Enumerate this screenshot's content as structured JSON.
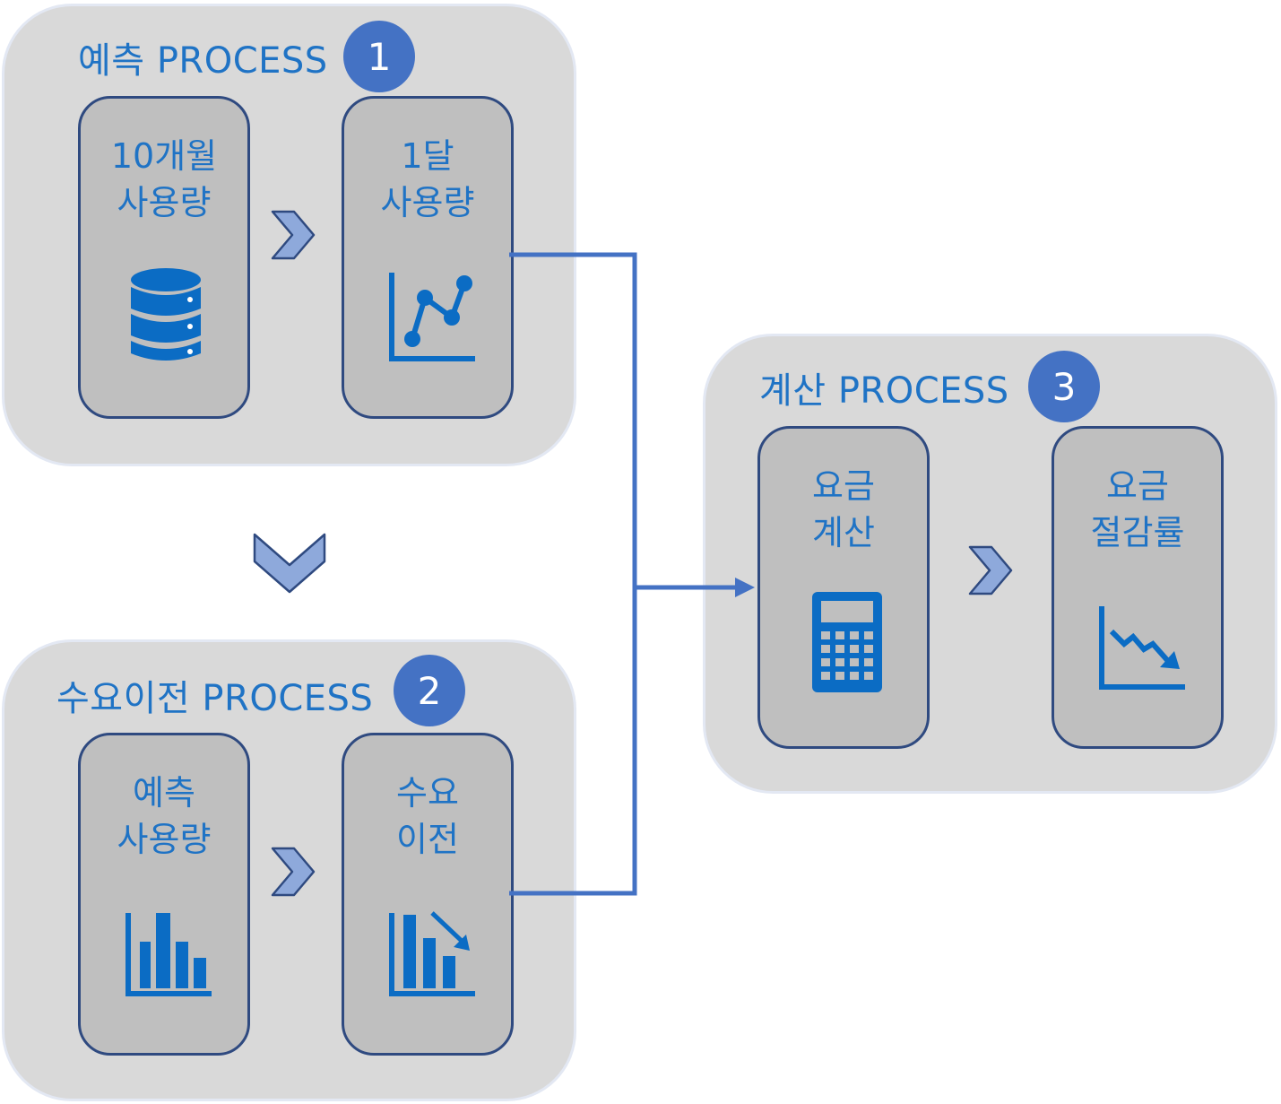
{
  "groups": {
    "forecast": {
      "title": "예측 PROCESS",
      "badge": "1"
    },
    "demand_shift": {
      "title": "수요이전 PROCESS",
      "badge": "2"
    },
    "calculation": {
      "title": "계산 PROCESS",
      "badge": "3"
    }
  },
  "cards": {
    "usage_10m": {
      "line1": "10개월",
      "line2": "사용량",
      "icon": "database-icon"
    },
    "usage_1m": {
      "line1": "1달",
      "line2": "사용량",
      "icon": "line-chart-icon"
    },
    "pred_usage": {
      "line1": "예측",
      "line2": "사용량",
      "icon": "bar-chart-icon"
    },
    "demand": {
      "line1": "수요",
      "line2": "이전",
      "icon": "bar-chart-down-icon"
    },
    "fee_calc": {
      "line1": "요금",
      "line2": "계산",
      "icon": "calculator-icon"
    },
    "fee_saving": {
      "line1": "요금",
      "line2": "절감률",
      "icon": "trend-down-chart-icon"
    }
  },
  "colors": {
    "accent": "#1f73c5",
    "badge": "#4472c4",
    "connector": "#4472c4",
    "chevron_fill": "#8ea9db",
    "chevron_stroke": "#2f4a80",
    "group_bg": "#d9d9d9",
    "card_bg": "#bfbfbf"
  }
}
